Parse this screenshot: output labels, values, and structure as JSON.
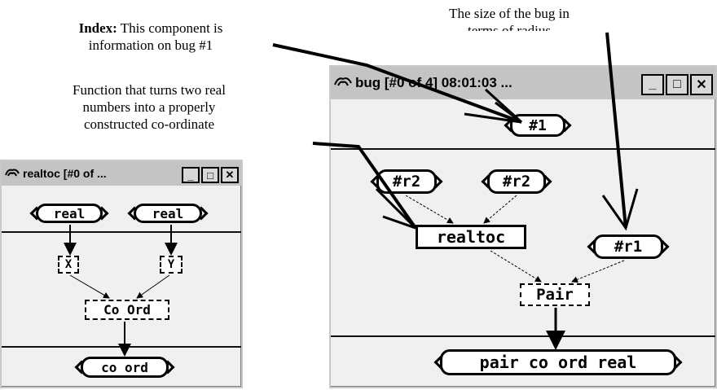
{
  "captions": {
    "index_bold": "Index:",
    "index_rest": " This component is",
    "index_line2": "information on bug #1",
    "size_line1": "The size of the bug in",
    "size_line2": "terms of radius",
    "func_line1": "Function that turns two real",
    "func_line2": "numbers into a properly",
    "func_line3": "constructed co-ordinate"
  },
  "left_window": {
    "title": "realtoc [#0 of ...",
    "logo_icon": "bug-logo-icon",
    "inputs": [
      "real",
      "real"
    ],
    "fields": [
      "X",
      "Y"
    ],
    "constructor": "Co Ord",
    "output": "co ord"
  },
  "right_window": {
    "title": "bug [#0 of 4]  08:01:03 ...",
    "logo_icon": "bug-logo-icon",
    "index_node": "#1",
    "inputs": [
      "#r2",
      "#r2",
      "#r1"
    ],
    "function_node": "realtoc",
    "constructor": "Pair",
    "output": "pair co ord real"
  },
  "window_buttons": {
    "minimize": "_",
    "maximize": "□",
    "close": "✕"
  }
}
